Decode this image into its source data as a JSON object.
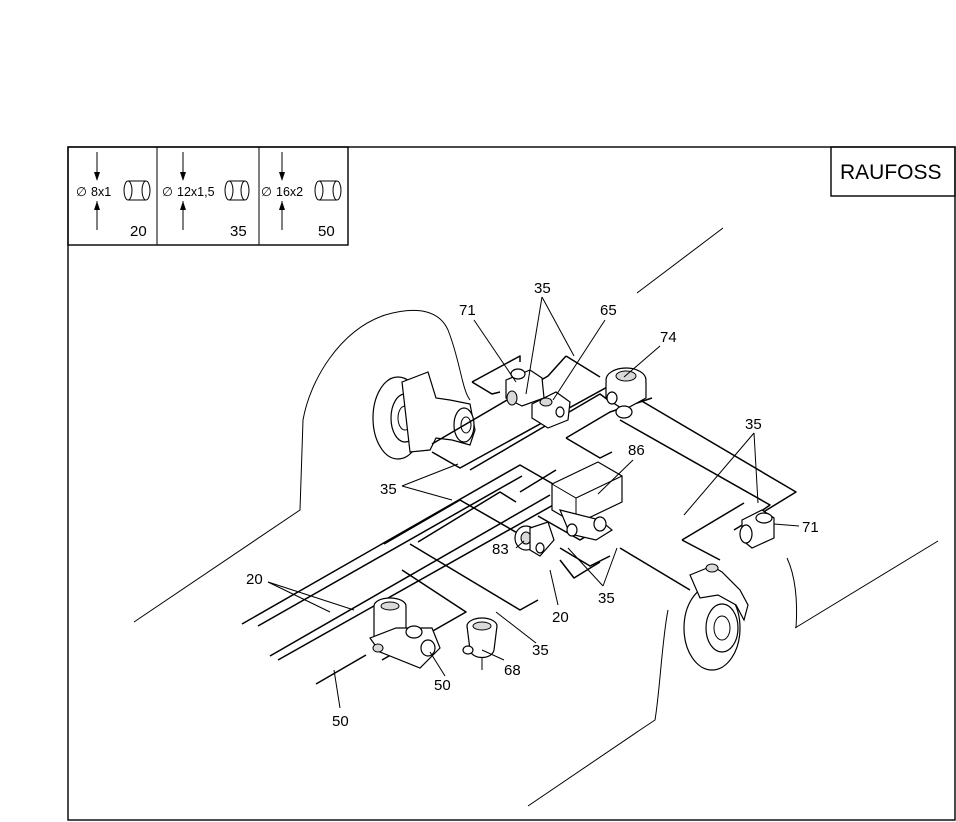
{
  "brand_label": "RAUFOSS",
  "pipe_legend": [
    {
      "diameter_symbol": "∅",
      "size": "8x1",
      "code": "20"
    },
    {
      "diameter_symbol": "∅",
      "size": "12x1,5",
      "code": "35"
    },
    {
      "diameter_symbol": "∅",
      "size": "16x2",
      "code": "50"
    }
  ],
  "callouts": {
    "c71a": "71",
    "c35top": "35",
    "c65": "65",
    "c74": "74",
    "c35right": "35",
    "c86": "86",
    "c71b": "71",
    "c35left": "35",
    "c20left": "20",
    "c83": "83",
    "c35bottom": "35",
    "c20mid": "20",
    "c35lower": "35",
    "c68": "68",
    "c50a": "50",
    "c50b": "50"
  }
}
